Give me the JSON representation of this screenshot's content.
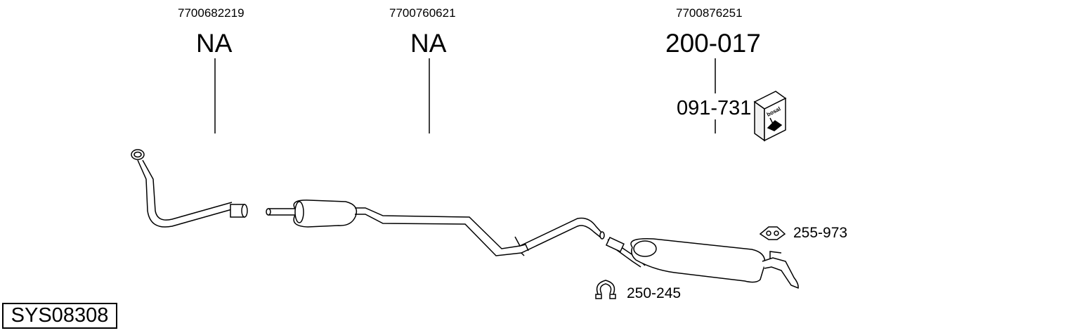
{
  "oem_numbers": [
    "7700682219",
    "7700760621",
    "7700876251"
  ],
  "part_numbers": [
    "NA",
    "NA",
    "200-017"
  ],
  "fitting_kit": "091-731",
  "accessories": {
    "hanger": "255-973",
    "clamp": "250-245"
  },
  "kit_box_text": "bosal",
  "system_code": "SYS08308"
}
